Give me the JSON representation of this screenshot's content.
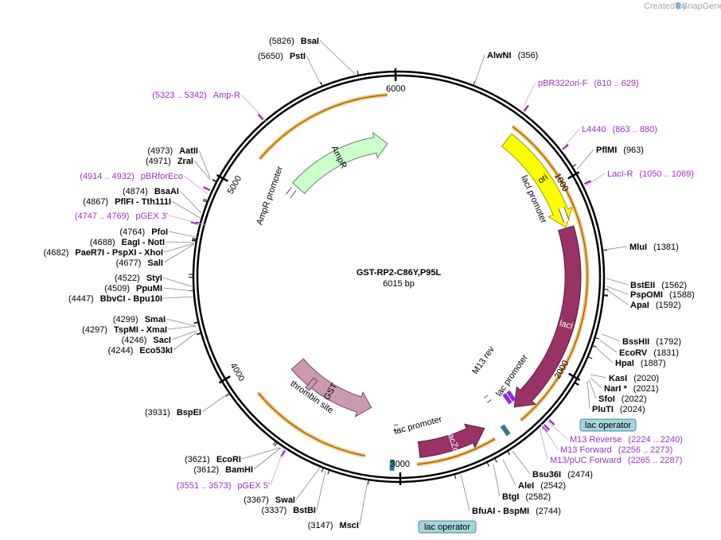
{
  "watermark": {
    "text": "Created by",
    "brand": "SnapGene"
  },
  "plasmid": {
    "name": "GST-RP2-C86Y,P95L",
    "size_label": "6015 bp",
    "length": 6015
  },
  "ticks": [
    "1000",
    "2000",
    "3000",
    "4000",
    "5000",
    "6000"
  ],
  "features": [
    {
      "label": "ori",
      "start": 640,
      "end": 1229,
      "dir": 1,
      "ring": "outer",
      "fill": "#ffff00",
      "stroke": "#9a9a00",
      "text_color": "#000000"
    },
    {
      "label": "lacI",
      "start": 1233,
      "end": 2313,
      "dir": 1,
      "ring": "outer",
      "fill": "#993366",
      "stroke": "#5a1a3c",
      "text_color": "#ffffff"
    },
    {
      "label": "lacZα",
      "start": 2515,
      "end": 2895,
      "dir": -1,
      "ring": "outer",
      "fill": "#993366",
      "stroke": "#5a1a3c",
      "text_color": "#ffffff"
    },
    {
      "label": "GST",
      "start": 3205,
      "end": 3830,
      "dir": -1,
      "ring": "inner",
      "fill": "#cc99b3",
      "stroke": "#7a4a63",
      "text_color": "#000000"
    },
    {
      "label": "AmpR",
      "start": 5205,
      "end": 5935,
      "dir": 1,
      "ring": "inner",
      "fill": "#ccffcc",
      "stroke": "#5e8a5e",
      "text_color": "#000000"
    }
  ],
  "promoters": [
    {
      "label": "lacI promoter",
      "start": 1120,
      "end": 1200
    },
    {
      "label": "lac promoter",
      "start": 2390,
      "end": 2420
    },
    {
      "label": "tac promoter",
      "start": 3010,
      "end": 3040
    },
    {
      "label": "AmpR promoter",
      "start": 5115,
      "end": 5180
    }
  ],
  "other_features": [
    {
      "label": "M13 rev",
      "pos": 2285
    },
    {
      "label": "thrombin site",
      "pos": 3660
    }
  ],
  "primers": [
    {
      "pos": 620
    },
    {
      "pos": 870
    },
    {
      "pos": 1060
    },
    {
      "pos": 2232
    },
    {
      "pos": 2264
    },
    {
      "pos": 2276
    },
    {
      "pos": 3562
    },
    {
      "pos": 4758
    },
    {
      "pos": 4923
    },
    {
      "pos": 5333
    }
  ],
  "ticks_sites": [
    {
      "pos": 5826
    },
    {
      "pos": 5650
    },
    {
      "pos": 356
    },
    {
      "pos": 963
    },
    {
      "pos": 1381
    },
    {
      "pos": 1562
    },
    {
      "pos": 1588
    },
    {
      "pos": 1592
    },
    {
      "pos": 1792
    },
    {
      "pos": 1831
    },
    {
      "pos": 1887
    },
    {
      "pos": 2020
    },
    {
      "pos": 2021
    },
    {
      "pos": 2022
    },
    {
      "pos": 2024
    },
    {
      "pos": 2474
    },
    {
      "pos": 2542
    },
    {
      "pos": 2582
    },
    {
      "pos": 2744
    },
    {
      "pos": 3147
    },
    {
      "pos": 3337
    },
    {
      "pos": 3367
    },
    {
      "pos": 3612
    },
    {
      "pos": 3621
    },
    {
      "pos": 3931
    },
    {
      "pos": 4244
    },
    {
      "pos": 4246
    },
    {
      "pos": 4297
    },
    {
      "pos": 4299
    },
    {
      "pos": 4447
    },
    {
      "pos": 4509
    },
    {
      "pos": 4522
    },
    {
      "pos": 4677
    },
    {
      "pos": 4682
    },
    {
      "pos": 4688
    },
    {
      "pos": 4764
    },
    {
      "pos": 4867
    },
    {
      "pos": 4874
    },
    {
      "pos": 4971
    },
    {
      "pos": 4973
    }
  ],
  "lac_operator_label": "lac operator",
  "site_labels": [
    {
      "pre": "(5826)",
      "name": "BsaI",
      "post": "",
      "color": "#000000"
    },
    {
      "pre": "(5650)",
      "name": "PstI",
      "post": "",
      "color": "#000000"
    },
    {
      "pre": "",
      "name": "AlwNI",
      "post": "(356)",
      "color": "#000000"
    },
    {
      "pre": "",
      "name": "pBR322ori-F",
      "post": "(610 .. 629)",
      "color": "#9933cc"
    },
    {
      "pre": "",
      "name": "L4440",
      "post": "(863 .. 880)",
      "color": "#9933cc"
    },
    {
      "pre": "",
      "name": "PflMI",
      "post": "(963)",
      "color": "#000000"
    },
    {
      "pre": "",
      "name": "LacI-R",
      "post": "(1050 .. 1069)",
      "color": "#9933cc"
    },
    {
      "pre": "",
      "name": "MluI",
      "post": "(1381)",
      "color": "#000000"
    },
    {
      "pre": "",
      "name": "BstEII",
      "post": "(1562)",
      "color": "#000000"
    },
    {
      "pre": "",
      "name": "PspOMI",
      "post": "(1588)",
      "color": "#000000"
    },
    {
      "pre": "",
      "name": "ApaI",
      "post": "(1592)",
      "color": "#000000"
    },
    {
      "pre": "",
      "name": "BssHII",
      "post": "(1792)",
      "color": "#000000"
    },
    {
      "pre": "",
      "name": "EcoRV",
      "post": "(1831)",
      "color": "#000000"
    },
    {
      "pre": "",
      "name": "HpaI",
      "post": "(1887)",
      "color": "#000000"
    },
    {
      "pre": "",
      "name": "KasI",
      "post": "(2020)",
      "color": "#000000"
    },
    {
      "pre": "",
      "name": "NarI *",
      "post": "(2021)",
      "color": "#000000"
    },
    {
      "pre": "",
      "name": "SfoI",
      "post": "(2022)",
      "color": "#000000"
    },
    {
      "pre": "",
      "name": "PluTI",
      "post": "(2024)",
      "color": "#000000"
    },
    {
      "pre": "",
      "name": "M13 Reverse",
      "post": "(2224 .. 2240)",
      "color": "#9933cc"
    },
    {
      "pre": "",
      "name": "M13 Forward",
      "post": "(2256 .. 2273)",
      "color": "#9933cc"
    },
    {
      "pre": "",
      "name": "M13/pUC Forward",
      "post": "(2265 .. 2287)",
      "color": "#9933cc"
    },
    {
      "pre": "",
      "name": "Bsu36I",
      "post": "(2474)",
      "color": "#000000"
    },
    {
      "pre": "",
      "name": "AleI",
      "post": "(2542)",
      "color": "#000000"
    },
    {
      "pre": "",
      "name": "BtgI",
      "post": "(2582)",
      "color": "#000000"
    },
    {
      "pre": "",
      "name": "BfuAI - BspMI",
      "post": "(2744)",
      "color": "#000000"
    },
    {
      "pre": "(3147)",
      "name": "MscI",
      "post": "",
      "color": "#000000"
    },
    {
      "pre": "(3337)",
      "name": "BstBI",
      "post": "",
      "color": "#000000"
    },
    {
      "pre": "(3367)",
      "name": "SwaI",
      "post": "",
      "color": "#000000"
    },
    {
      "pre": "(3551 .. 3573)",
      "name": "pGEX 5'",
      "post": "",
      "color": "#9933cc"
    },
    {
      "pre": "(3612)",
      "name": "BamHI",
      "post": "",
      "color": "#000000"
    },
    {
      "pre": "(3621)",
      "name": "EcoRI",
      "post": "",
      "color": "#000000"
    },
    {
      "pre": "(3931)",
      "name": "BspEI",
      "post": "",
      "color": "#000000"
    },
    {
      "pre": "(4244)",
      "name": "Eco53kI",
      "post": "",
      "color": "#000000"
    },
    {
      "pre": "(4246)",
      "name": "SacI",
      "post": "",
      "color": "#000000"
    },
    {
      "pre": "(4297)",
      "name": "TspMI - XmaI",
      "post": "",
      "color": "#000000"
    },
    {
      "pre": "(4299)",
      "name": "SmaI",
      "post": "",
      "color": "#000000"
    },
    {
      "pre": "(4447)",
      "name": "BbvCI - Bpu10I",
      "post": "",
      "color": "#000000"
    },
    {
      "pre": "(4509)",
      "name": "PpuMI",
      "post": "",
      "color": "#000000"
    },
    {
      "pre": "(4522)",
      "name": "StyI",
      "post": "",
      "color": "#000000"
    },
    {
      "pre": "(4677)",
      "name": "SalI",
      "post": "",
      "color": "#000000"
    },
    {
      "pre": "(4682)",
      "name": "PaeR7I - PspXI - XhoI",
      "post": "",
      "color": "#000000"
    },
    {
      "pre": "(4688)",
      "name": "EagI - NotI",
      "post": "",
      "color": "#000000"
    },
    {
      "pre": "(4764)",
      "name": "PfoI",
      "post": "",
      "color": "#000000"
    },
    {
      "pre": "(4747 .. 4769)",
      "name": "pGEX 3'",
      "post": "",
      "color": "#9933cc"
    },
    {
      "pre": "(4867)",
      "name": "PflFI - Tth111I",
      "post": "",
      "color": "#000000"
    },
    {
      "pre": "(4874)",
      "name": "BsaAI",
      "post": "",
      "color": "#000000"
    },
    {
      "pre": "(4914 .. 4932)",
      "name": "pBRforEco",
      "post": "",
      "color": "#9933cc"
    },
    {
      "pre": "(4971)",
      "name": "ZraI",
      "post": "",
      "color": "#000000"
    },
    {
      "pre": "(4973)",
      "name": "AatII",
      "post": "",
      "color": "#000000"
    },
    {
      "pre": "(5323 .. 5342)",
      "name": "Amp-R",
      "post": "",
      "color": "#9933cc"
    }
  ]
}
